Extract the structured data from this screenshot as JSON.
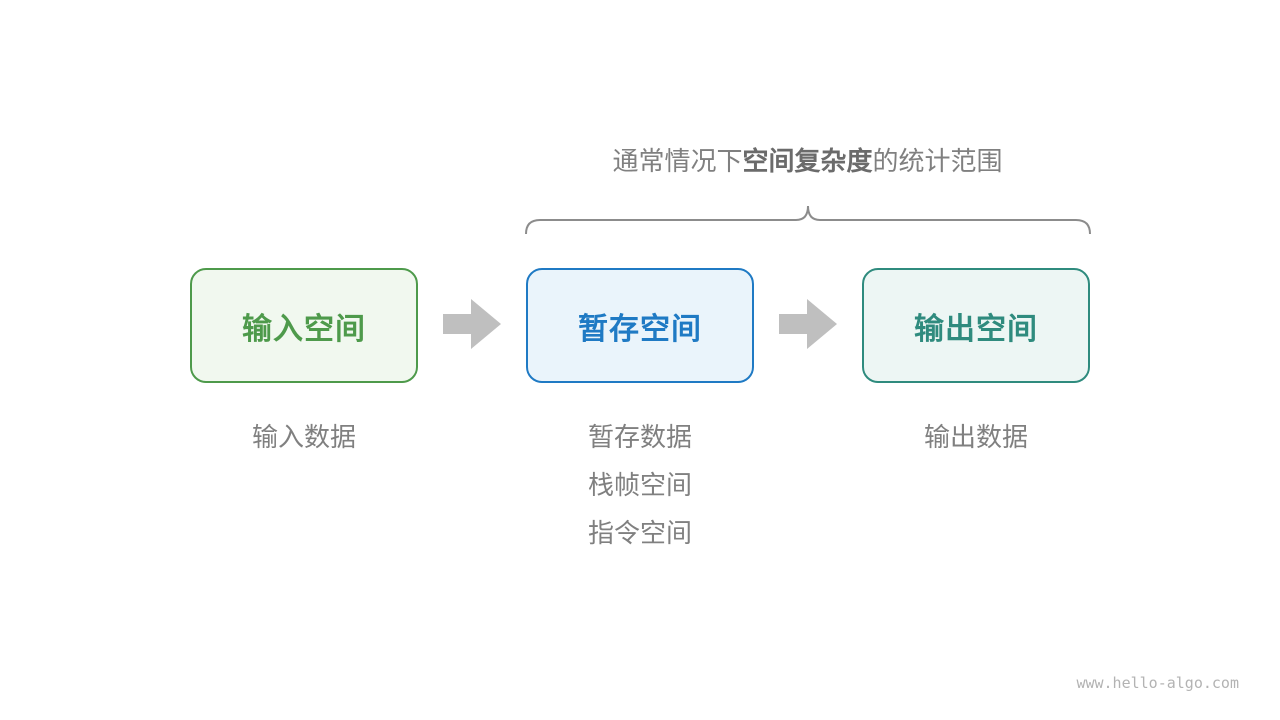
{
  "caption": {
    "prefix": "通常情况下",
    "bold": "空间复杂度",
    "suffix": "的统计范围"
  },
  "boxes": {
    "input": {
      "label": "输入空间",
      "color": "#4e9a4b"
    },
    "temp": {
      "label": "暂存空间",
      "color": "#1f7ac4"
    },
    "output": {
      "label": "输出空间",
      "color": "#2f8b7e"
    }
  },
  "lists": {
    "input": [
      "输入数据"
    ],
    "temp": [
      "暂存数据",
      "栈帧空间",
      "指令空间"
    ],
    "output": [
      "输出数据"
    ]
  },
  "watermark": "www.hello-algo.com"
}
